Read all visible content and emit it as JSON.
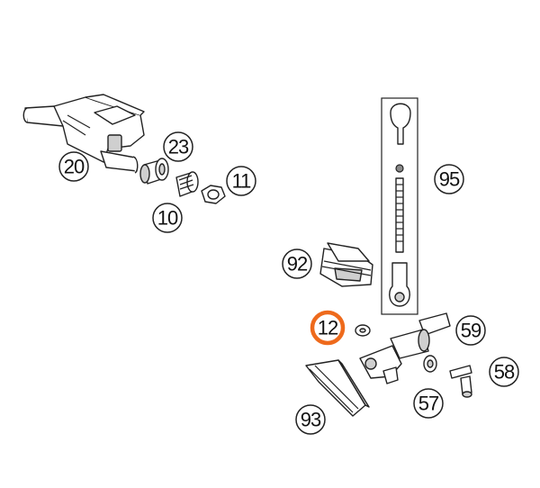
{
  "diagram": {
    "callouts": {
      "c20": "20",
      "c23": "23",
      "c10": "10",
      "c11": "11",
      "c95": "95",
      "c92": "92",
      "c12": "12",
      "c59": "59",
      "c58": "58",
      "c57": "57",
      "c93": "93"
    },
    "highlighted_part": "12",
    "colors": {
      "highlight": "#ee6a1c",
      "outline": "#222222",
      "background": "#ffffff"
    }
  }
}
